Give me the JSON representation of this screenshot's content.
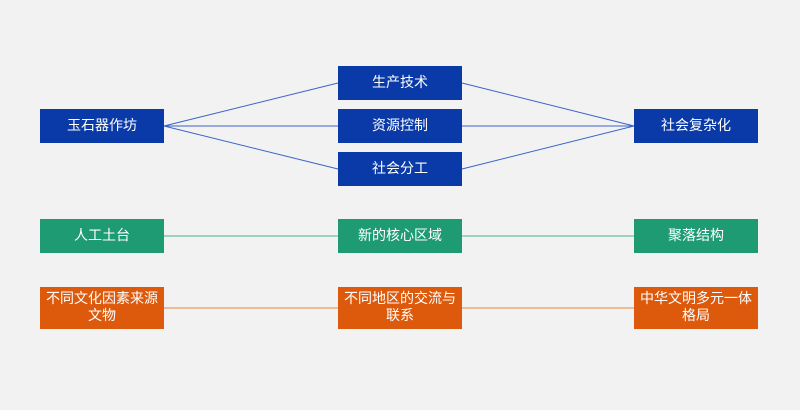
{
  "colors": {
    "background": "#f2f2f2",
    "blue": "#0a3aa8",
    "blue_line": "#3a63c8",
    "green": "#1e9b72",
    "green_line": "#46b48c",
    "orange": "#dd5a0c",
    "orange_line": "#e8843e"
  },
  "row1": {
    "left": "玉石器作坊",
    "mid_top": "生产技术",
    "mid_center": "资源控制",
    "mid_bottom": "社会分工",
    "right": "社会复杂化"
  },
  "row2": {
    "left": "人工土台",
    "mid": "新的核心区域",
    "right": "聚落结构"
  },
  "row3": {
    "left": "不同文化因素来源\n文物",
    "mid": "不同地区的交流与\n联系",
    "right": "中华文明多元一体\n格局"
  }
}
